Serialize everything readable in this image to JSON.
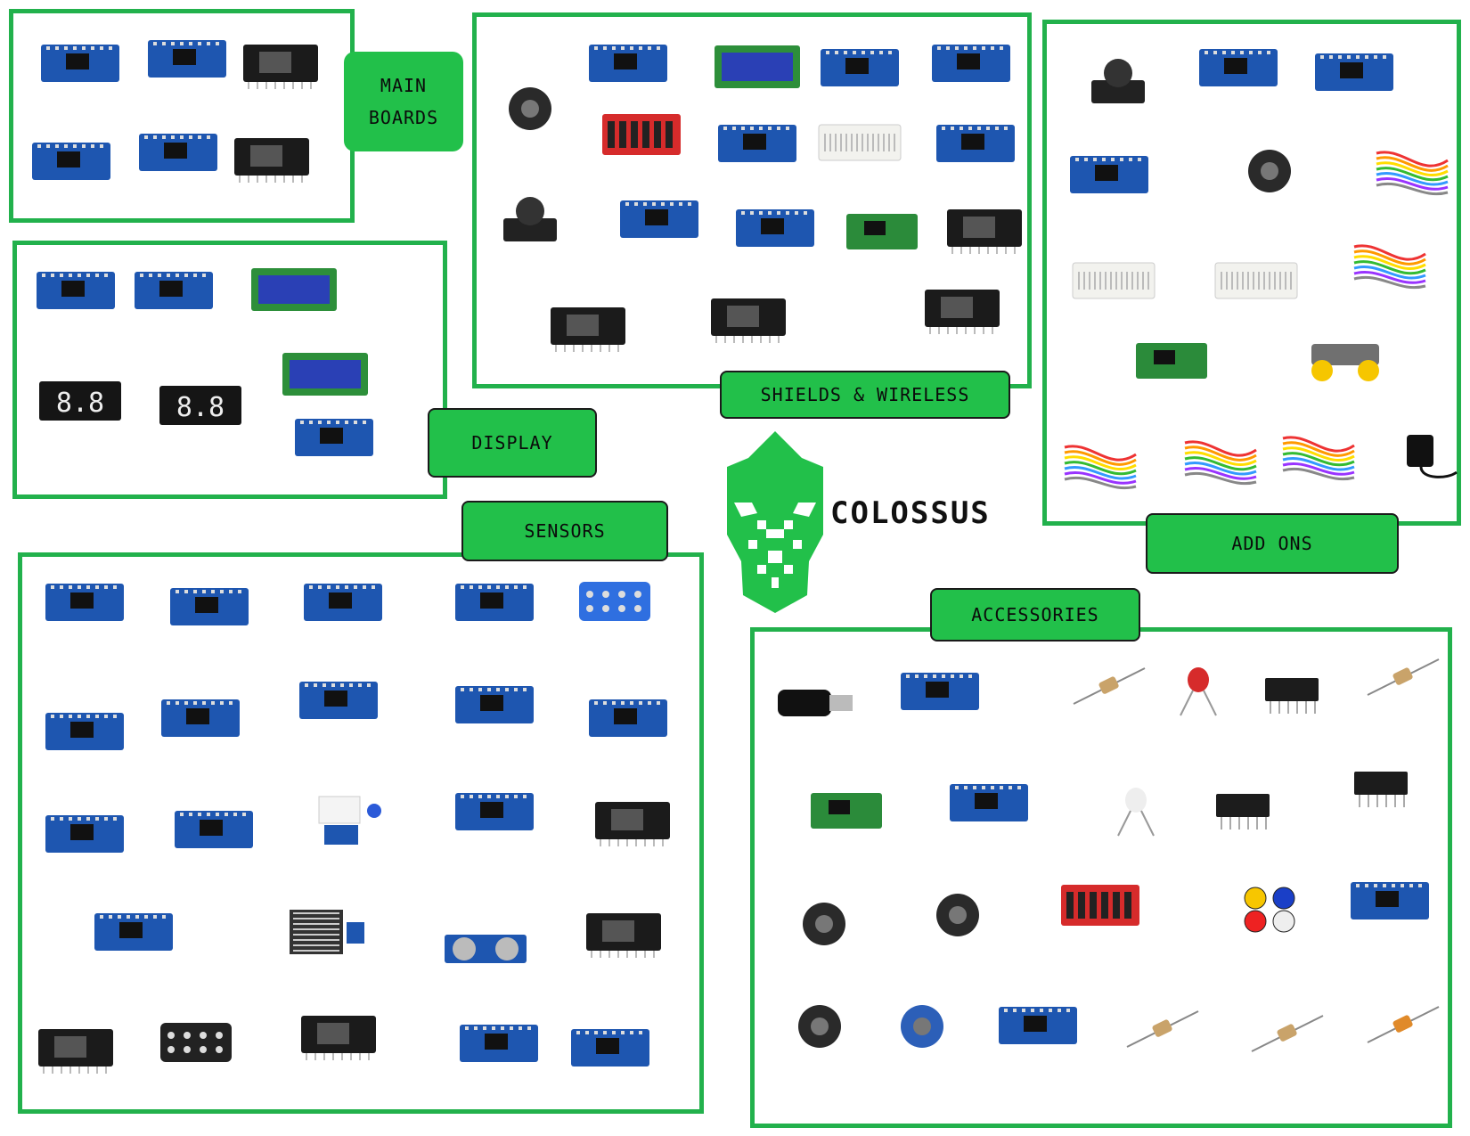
{
  "sections": {
    "main_boards": {
      "label_line1": "MAIN",
      "label_line2": "BOARDS"
    },
    "shields": {
      "label": "SHIELDS & WIRELESS"
    },
    "add_ons": {
      "label": "ADD ONS"
    },
    "display": {
      "label": "DISPLAY"
    },
    "sensors": {
      "label": "SENSORS"
    },
    "accessories": {
      "label": "ACCESSORIES"
    }
  },
  "brand": {
    "name": "COLOSSUS"
  },
  "colors": {
    "accent": "#22b14c",
    "board_blue": "#1e56b0",
    "dark": "#1a1a1a",
    "lcd": "#2a40b5",
    "red": "#d62b2b"
  },
  "icons": {
    "main_boards": [
      "arduino-uno-icon",
      "arduino-mega-icon",
      "esp32-board-icon",
      "arduino-uno-wifi-icon",
      "arduino-nano-icon",
      "nodemcu-board-icon"
    ],
    "shields": [
      "motor-shield-icon",
      "ethernet-shield-icon",
      "lcd-keypad-shield-icon",
      "proto-shield-icon",
      "sensor-shield-icon",
      "cnc-shield-icon",
      "sd-card-module-icon",
      "breadboard-shield-icon",
      "nano-shield-icon",
      "joystick-shield-icon",
      "io-expansion-shield-icon",
      "bluetooth-module-icon",
      "rf-module-icon",
      "nrf24-adapter-icon",
      "nrf24-module-icon",
      "esp01-wifi-icon",
      "nrf24-antenna-icon"
    ],
    "add_ons": [
      "joystick-icon",
      "camera-module-icon",
      "relay-module-icon",
      "usb-meter-icon",
      "speaker-module-icon",
      "jumper-wire-kit-icon",
      "breadboard-large-icon",
      "breadboard-small-icon",
      "ribbon-cable-icon",
      "power-module-icon",
      "robot-car-chassis-icon",
      "dupont-wires-icon",
      "dupont-wires-2-icon",
      "jumper-wires-icon",
      "power-adapter-icon"
    ],
    "display": [
      "ldr-icon",
      "led-matrix-icon",
      "lcd-16x2-icon",
      "lcd-20x4-icon",
      "seven-segment-icon",
      "four-digit-display-icon",
      "laser-module-icon"
    ],
    "sensors": [
      "rtc-module-icon",
      "ir-sensor-icon",
      "bmp-sensor-icon",
      "flame-sensor-icon",
      "keypad-icon",
      "laser-sensor-icon",
      "gas-sensor-icon",
      "mq3-sensor-icon",
      "gyro-sensor-icon",
      "rotary-encoder-icon",
      "pulse-sensor-icon",
      "dht11-icon",
      "rfid-module-icon",
      "limit-switch-icon",
      "hall-sensor-icon",
      "sound-sensor-icon",
      "rain-sensor-icon",
      "ultrasonic-sensor-icon",
      "vibration-sensor-icon",
      "line-tracker-icon",
      "ir-remote-icon",
      "tilt-sensor-icon",
      "pir-sensor-icon",
      "soil-moisture-icon"
    ],
    "accessories": [
      "usb-drive-icon",
      "battery-clip-icon",
      "pin-header-icon",
      "led-icon",
      "transistor-icon",
      "thermistor-icon",
      "stepper-driver-icon",
      "slide-switch-icon",
      "rgb-led-icon",
      "ic-chip-icon",
      "ic-chip-small-icon",
      "dc-motor-icon",
      "buzzer-icon",
      "a4988-driver-icon",
      "push-buttons-icon",
      "potentiometer-icon",
      "stepper-motor-icon",
      "servo-motor-icon",
      "l298n-driver-icon",
      "resistors-icon",
      "diode-icon",
      "ceramic-capacitor-icon"
    ]
  }
}
